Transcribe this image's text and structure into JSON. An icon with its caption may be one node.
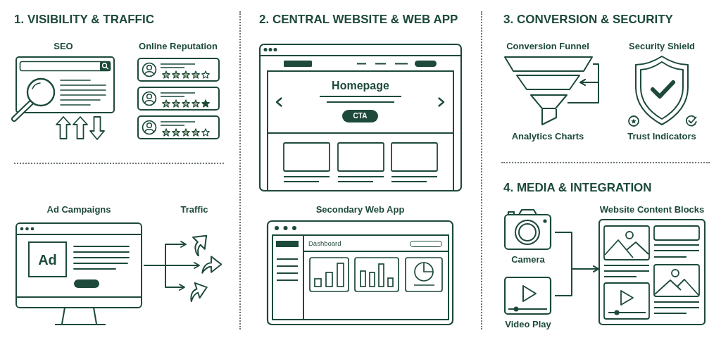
{
  "diagram": {
    "nodes": [
      {
        "text": [
          "SEO"
        ]
      },
      {
        "text": [
          "Ad Campaigns"
        ]
      },
      {
        "text": [
          "Ad"
        ],
        "in": 1
      },
      {
        "text": [],
        "shape": "arrow"
      },
      {
        "text": [],
        "shape": "arrow"
      },
      {
        "text": [],
        "shape": "arrow"
      },
      {
        "text": [
          "Homepage"
        ]
      },
      {
        "text": [
          "CTA"
        ],
        "in": 6
      },
      {
        "text": [
          "Secondary Web App"
        ]
      },
      {
        "text": [
          "Dashboard"
        ],
        "in": 8
      },
      {
        "text": [],
        "shape": "trapezoid"
      },
      {
        "text": [],
        "shape": "trapezoid"
      },
      {
        "text": [],
        "shape": "trapezoid"
      },
      {
        "text": [
          "Camera"
        ]
      },
      {
        "text": [
          "Video Play"
        ]
      },
      {
        "text": [
          "Website Content Blocks"
        ]
      }
    ],
    "edges": [
      {
        "from": 1,
        "to": 3,
        "arrow": "to"
      },
      {
        "from": 1,
        "to": 4,
        "arrow": "to"
      },
      {
        "from": 1,
        "to": 5,
        "arrow": "to"
      },
      {
        "from": 10,
        "to": 11,
        "arrow": "to"
      },
      {
        "from": 12,
        "to": 11,
        "arrow": "to"
      },
      {
        "from": 13,
        "to": 15,
        "arrow": "to"
      },
      {
        "from": 14,
        "to": 15,
        "arrow": "to"
      }
    ],
    "labels": [
      "1. VISIBILITY & TRAFFIC",
      "Online Reputation",
      "Traffic",
      "2. CENTRAL WEBSITE & WEB APP",
      "3. CONVERSION & SECURITY",
      "Conversion Funnel",
      "Security Shield",
      "Analytics Charts",
      "Trust Indicators",
      "4. MEDIA & INTEGRATION"
    ]
  }
}
